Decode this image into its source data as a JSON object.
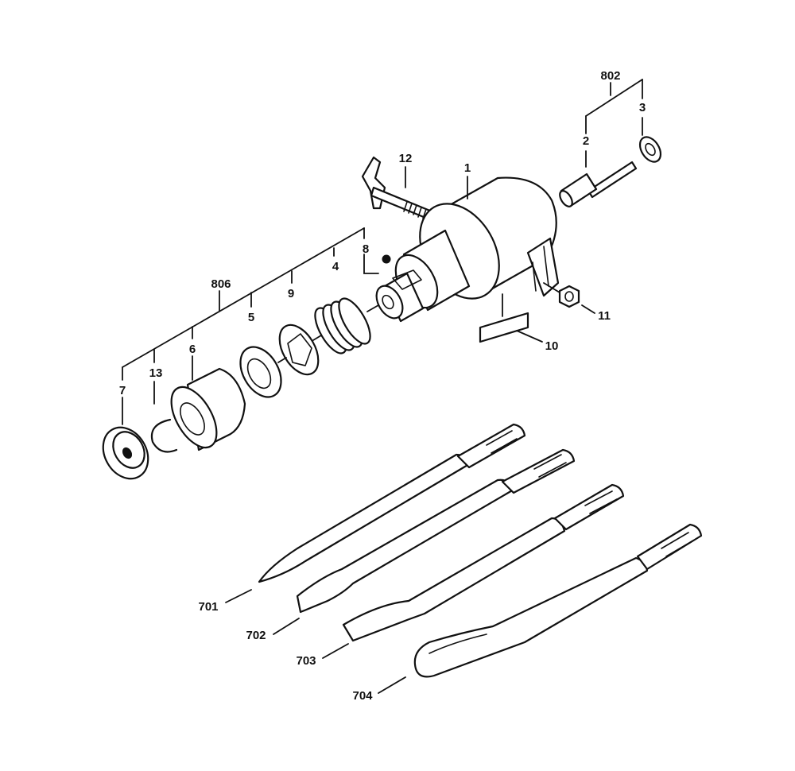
{
  "callouts": {
    "c1": "1",
    "c2": "2",
    "c3": "3",
    "c4": "4",
    "c5": "5",
    "c6": "6",
    "c7": "7",
    "c8": "8",
    "c9": "9",
    "c10": "10",
    "c11": "11",
    "c12": "12",
    "c13": "13",
    "c701": "701",
    "c702": "702",
    "c703": "703",
    "c704": "704",
    "c802": "802",
    "c806": "806"
  }
}
